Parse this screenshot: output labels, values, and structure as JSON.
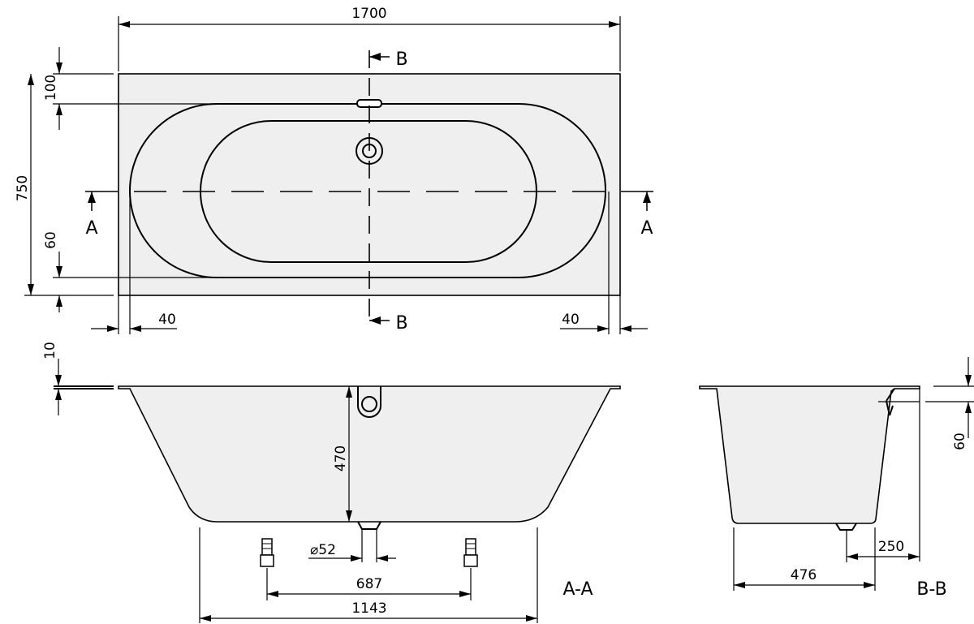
{
  "dimensions": {
    "total_length": "1700",
    "rim_top": "100",
    "total_width": "750",
    "rim_bottom": "60",
    "rim_left": "40",
    "rim_right": "40",
    "rim_thickness": "10",
    "depth": "470",
    "drain_diameter": "⌀52",
    "feet_spacing": "687",
    "bottom_length": "1143",
    "side_depth": "60",
    "side_offset": "250",
    "side_bottom_width": "476"
  },
  "section_markers": {
    "a_left": "A",
    "a_right": "A",
    "b_top": "B",
    "b_bottom": "B"
  },
  "section_titles": {
    "aa": "A-A",
    "bb": "B-B"
  }
}
